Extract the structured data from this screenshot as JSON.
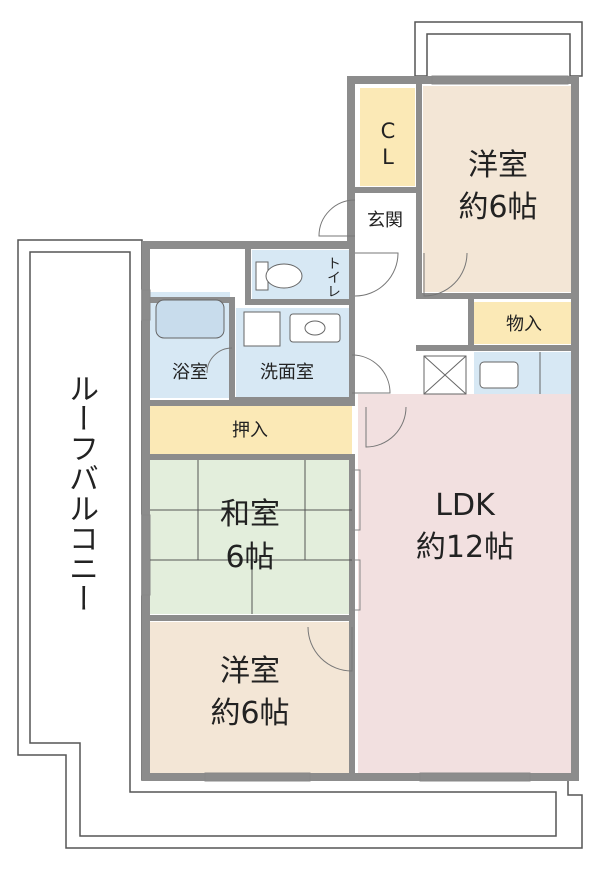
{
  "rooms": {
    "youshitsu_top": {
      "name": "洋室",
      "size": "約6帖"
    },
    "closet": {
      "line1": "C",
      "line2": "L"
    },
    "genkan": "玄関",
    "toilet": "トイレ",
    "monoire": "物入",
    "yokushitsu": "浴室",
    "senmenshitsu": "洗面室",
    "oshiire": "押入",
    "washitsu": {
      "name": "和室",
      "size": "6帖"
    },
    "ldk": {
      "name": "LDK",
      "size": "約12帖"
    },
    "youshitsu_bottom": {
      "name": "洋室",
      "size": "約6帖"
    },
    "roof_balcony": "ルーフバルコニー"
  },
  "colors": {
    "wall": "#8c8c8c",
    "youshitsu": "#f3e6d6",
    "closet": "#fbe9b6",
    "wet_area": "#d7e8f4",
    "washitsu": "#e3eedc",
    "ldk": "#f2e0e0"
  }
}
